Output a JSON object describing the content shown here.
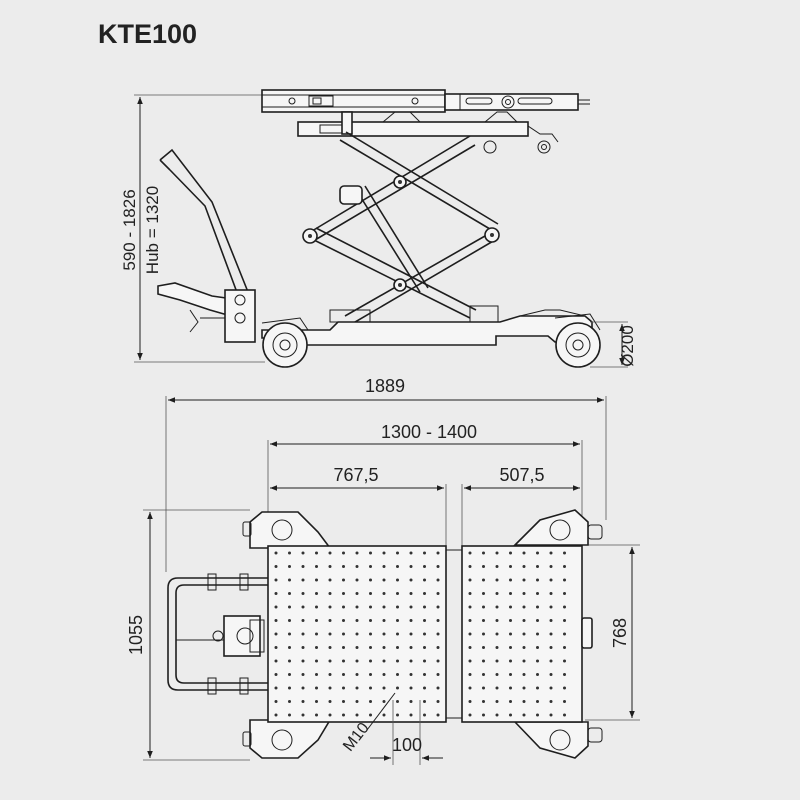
{
  "title": "KTE100",
  "dimensions": {
    "total_height": "590 - 1826",
    "lift_height": "Hub = 1320",
    "wheel_diameter": "Ø200",
    "total_length": "1889",
    "platform_length": "1300 - 1400",
    "front_section": "767,5",
    "rear_section": "507,5",
    "total_width": "1055",
    "platform_width": "768",
    "thread": "M10",
    "hole_spacing": "100"
  }
}
